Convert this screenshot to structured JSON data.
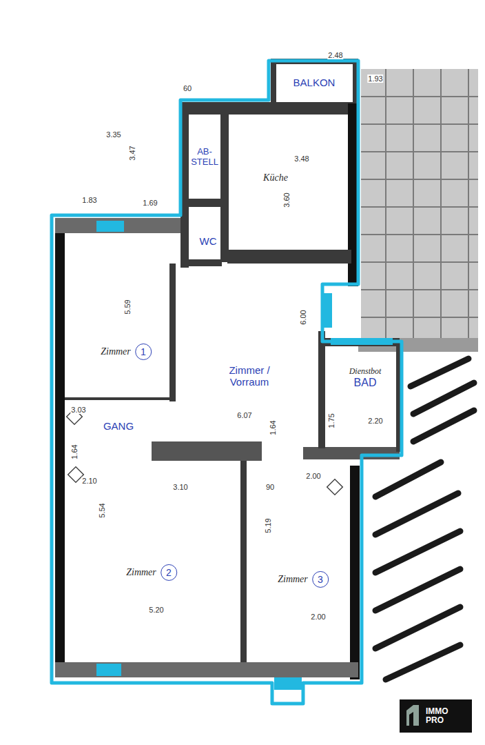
{
  "diagram": {
    "nodes": [
      {
        "text": [
          "BALKON"
        ]
      },
      {
        "text": [
          "AB- STELL"
        ]
      },
      {
        "text": [
          "Küche"
        ]
      },
      {
        "text": [
          "WC"
        ]
      },
      {
        "text": [
          "Zimmer"
        ]
      },
      {
        "text": [
          "1"
        ],
        "in": 4
      },
      {
        "text": [
          "Zimmer / Vorraum"
        ]
      },
      {
        "text": [
          "Dienstbot",
          "BAD"
        ]
      },
      {
        "text": [
          "GANG"
        ]
      },
      {
        "text": [
          "Zimmer"
        ]
      },
      {
        "text": [
          "2"
        ],
        "in": 9
      },
      {
        "text": [
          "Zimmer"
        ]
      },
      {
        "text": [
          "3"
        ],
        "in": 11
      },
      {
        "text": [
          "IMMO PRO"
        ]
      }
    ],
    "labels": [
      "2.48",
      "60",
      "1.93",
      "3.35",
      "3.47",
      "1.83",
      "1.69",
      "3.48",
      "3.60",
      "5.59",
      "6.00",
      "1.75",
      "2.20",
      "3.03",
      "6.07",
      "1.64",
      "1.64",
      "2.10",
      "3.10",
      "90",
      "2.00",
      "5.54",
      "5.19",
      "5.20",
      "2.00"
    ]
  }
}
